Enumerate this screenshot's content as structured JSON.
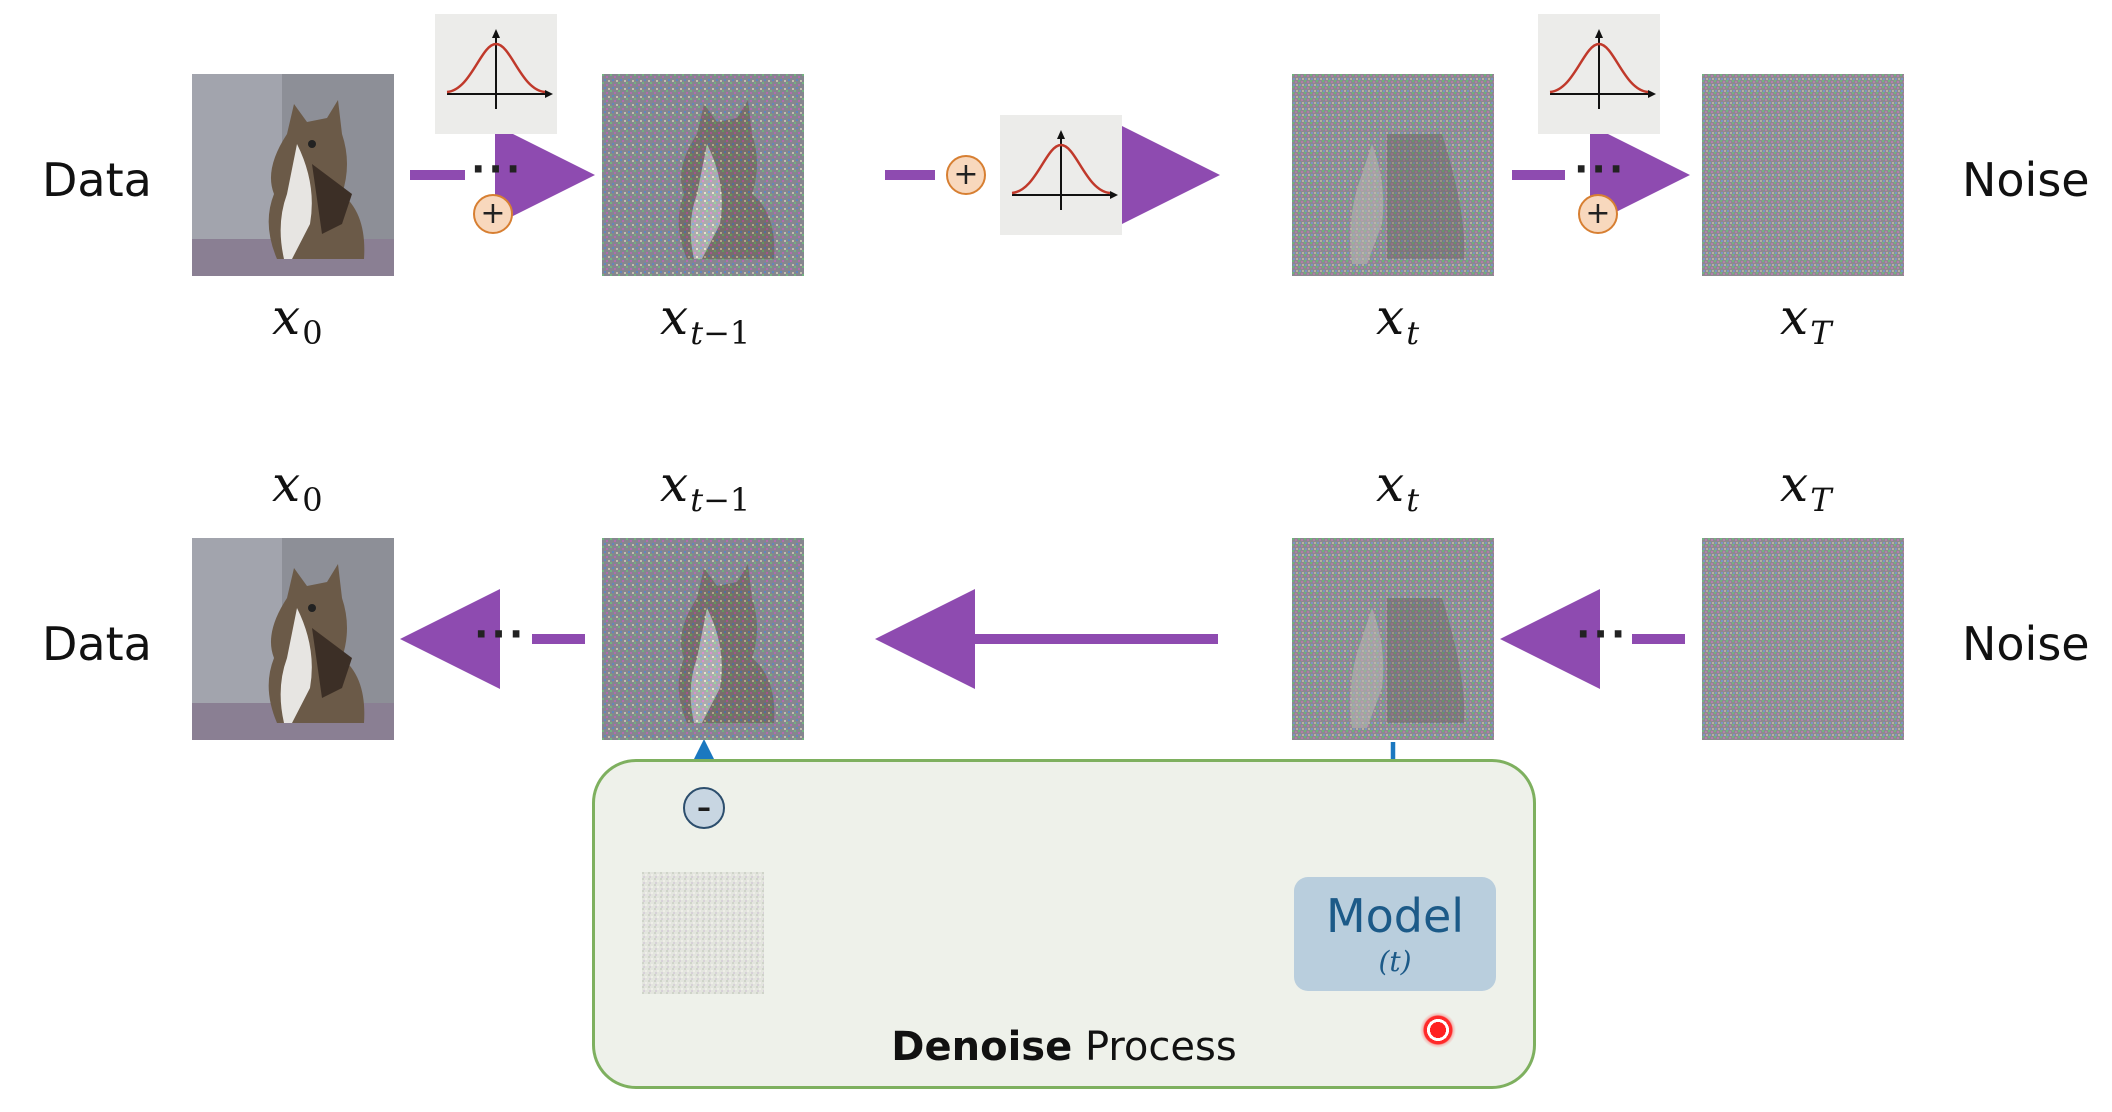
{
  "forward": {
    "left_label": "Data",
    "right_label": "Noise",
    "vars": {
      "x0": "x",
      "x0_sub": "0",
      "xt1": "x",
      "xt1_sub_a": "t",
      "xt1_sub_b": "−1",
      "xt": "x",
      "xt_sub": "t",
      "xT": "x",
      "xT_sub": "T"
    },
    "plus": "+",
    "dots": "···"
  },
  "reverse": {
    "left_label": "Data",
    "right_label": "Noise",
    "vars": {
      "x0": "x",
      "x0_sub": "0",
      "xt1": "x",
      "xt1_sub_a": "t",
      "xt1_sub_b": "−1",
      "xt": "x",
      "xt_sub": "t",
      "xT": "x",
      "xT_sub": "T"
    },
    "dots": "···"
  },
  "denoise": {
    "title_bold": "Denoise",
    "title_rest": " Process",
    "model_label": "Model",
    "model_arg": "(t)",
    "minus": "–"
  },
  "colors": {
    "forward_arrow": "#8e4bb0",
    "model_arrow": "#1b78c0",
    "box_border": "#7eb05f",
    "box_fill": "#eef1ea",
    "model_fill": "#b9cedd",
    "gaussian_curve": "#c0392b"
  }
}
